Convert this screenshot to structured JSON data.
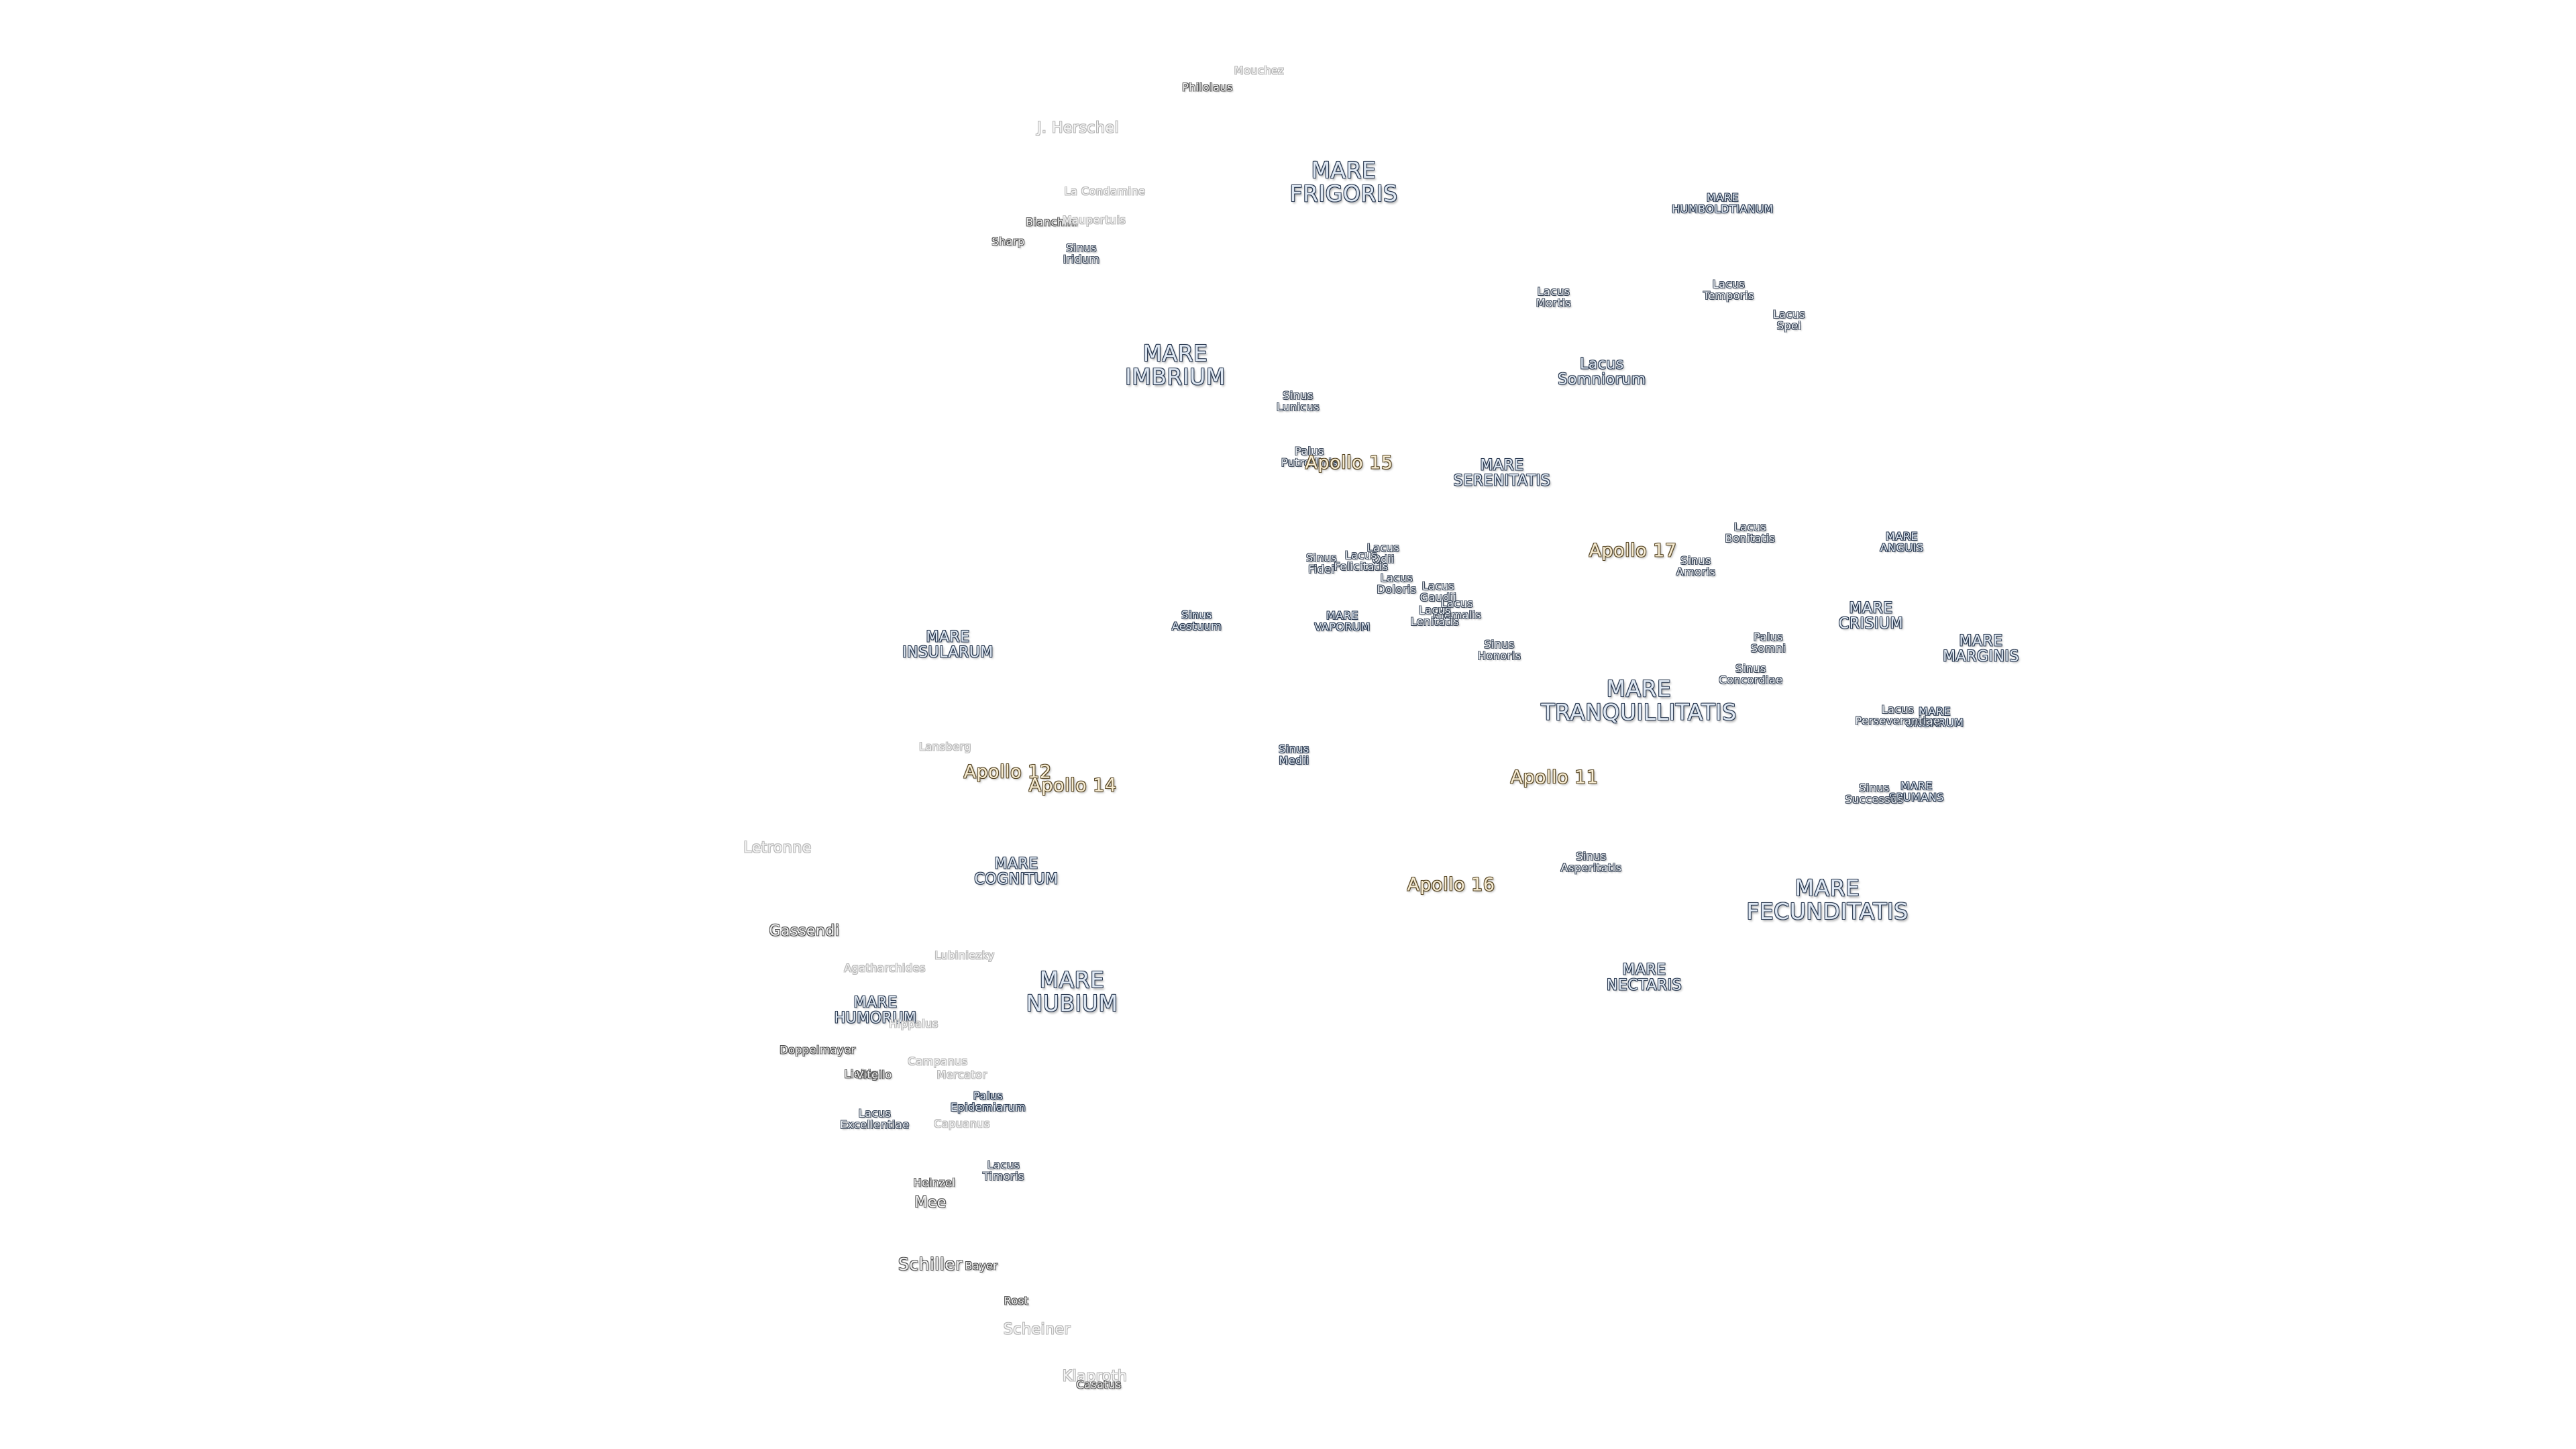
{
  "labels": [
    {
      "id": "mare-frigoris",
      "text": "MARE\nFRIGORIS",
      "kind": "mare-big"
    },
    {
      "id": "mare-imbrium",
      "text": "MARE\nIMBRIUM",
      "kind": "mare-big"
    },
    {
      "id": "mare-serenitatis",
      "text": "MARE\nSERENITATIS",
      "kind": "mare-med"
    },
    {
      "id": "mare-tranquillitatis",
      "text": "MARE\nTRANQUILLITATIS",
      "kind": "mare-big"
    },
    {
      "id": "mare-fecunditatis",
      "text": "MARE\nFECUNDITATIS",
      "kind": "mare-big"
    },
    {
      "id": "mare-nubium",
      "text": "MARE\nNUBIUM",
      "kind": "mare-big"
    },
    {
      "id": "mare-insularum",
      "text": "MARE\nINSULARUM",
      "kind": "mare-med"
    },
    {
      "id": "mare-crisium",
      "text": "MARE\nCRISIUM",
      "kind": "mare-med"
    },
    {
      "id": "mare-nectaris",
      "text": "MARE\nNECTARIS",
      "kind": "mare-med"
    },
    {
      "id": "mare-cognitum",
      "text": "MARE\nCOGNITUM",
      "kind": "mare-med"
    },
    {
      "id": "mare-humorum",
      "text": "MARE\nHUMORUM",
      "kind": "mare-med"
    },
    {
      "id": "mare-vaporum",
      "text": "MARE\nVAPORUM",
      "kind": "mare-sm"
    },
    {
      "id": "mare-marginis",
      "text": "MARE\nMARGINIS",
      "kind": "mare-med"
    },
    {
      "id": "mare-humboldtianum",
      "text": "MARE\nHUMBOLDTIANUM",
      "kind": "mare-sm"
    },
    {
      "id": "mare-anguis",
      "text": "MARE\nANGUIS",
      "kind": "mare-sm"
    },
    {
      "id": "mare-undarum",
      "text": "MARE\nUNDARUM",
      "kind": "mare-sm"
    },
    {
      "id": "mare-spumans",
      "text": "MARE\nSPUMANS",
      "kind": "mare-sm"
    },
    {
      "id": "lacus-somniorum",
      "text": "Lacus\nSomniorum",
      "kind": "mare-med"
    },
    {
      "id": "lacus-mortis",
      "text": "Lacus\nMortis",
      "kind": "small"
    },
    {
      "id": "lacus-temporis",
      "text": "Lacus\nTemporis",
      "kind": "small"
    },
    {
      "id": "lacus-spei",
      "text": "Lacus\nSpei",
      "kind": "small"
    },
    {
      "id": "lacus-bonitatis",
      "text": "Lacus\nBonitatis",
      "kind": "small"
    },
    {
      "id": "lacus-odii",
      "text": "Lacus\nOdii",
      "kind": "small"
    },
    {
      "id": "lacus-felicitatis",
      "text": "Lacus\nFelicitatis",
      "kind": "small"
    },
    {
      "id": "lacus-doloris",
      "text": "Lacus\nDoloris",
      "kind": "small"
    },
    {
      "id": "lacus-gaudii",
      "text": "Lacus\nGaudii",
      "kind": "small"
    },
    {
      "id": "lacus-hiemalis",
      "text": "Lacus\nHiemalis",
      "kind": "small"
    },
    {
      "id": "lacus-lenitatis",
      "text": "Lacus\nLenitatis",
      "kind": "small"
    },
    {
      "id": "lacus-perseverantiae",
      "text": "Lacus\nPerseverantiae",
      "kind": "small"
    },
    {
      "id": "lacus-excellentiae",
      "text": "Lacus\nExcellentiae",
      "kind": "small"
    },
    {
      "id": "lacus-timoris",
      "text": "Lacus\nTimoris",
      "kind": "small"
    },
    {
      "id": "sinus-iridum",
      "text": "Sinus\nIridum",
      "kind": "small"
    },
    {
      "id": "sinus-lunicus",
      "text": "Sinus\nLunicus",
      "kind": "small"
    },
    {
      "id": "sinus-aestuum",
      "text": "Sinus\nAestuum",
      "kind": "mare-sm"
    },
    {
      "id": "sinus-medii",
      "text": "Sinus\nMedii",
      "kind": "mare-sm"
    },
    {
      "id": "sinus-fidei",
      "text": "Sinus\nFidei",
      "kind": "small"
    },
    {
      "id": "sinus-honoris",
      "text": "Sinus\nHonoris",
      "kind": "small"
    },
    {
      "id": "sinus-amoris",
      "text": "Sinus\nAmoris",
      "kind": "small"
    },
    {
      "id": "sinus-concordiae",
      "text": "Sinus\nConcordiae",
      "kind": "small"
    },
    {
      "id": "sinus-asperitatis",
      "text": "Sinus\nAsperitatis",
      "kind": "small"
    },
    {
      "id": "sinus-successus",
      "text": "Sinus\nSuccessus",
      "kind": "small"
    },
    {
      "id": "palus-putredinis",
      "text": "Palus\nPutredinis",
      "kind": "small"
    },
    {
      "id": "palus-somni",
      "text": "Palus\nSomni",
      "kind": "small"
    },
    {
      "id": "palus-epidemiarum",
      "text": "Palus\nEpidemiarum",
      "kind": "mare-sm"
    },
    {
      "id": "apollo-11",
      "text": "Apollo 11",
      "kind": "apollo"
    },
    {
      "id": "apollo-12",
      "text": "Apollo 12",
      "kind": "apollo"
    },
    {
      "id": "apollo-14",
      "text": "Apollo 14",
      "kind": "apollo"
    },
    {
      "id": "apollo-15",
      "text": "Apollo 15",
      "kind": "apollo"
    },
    {
      "id": "apollo-16",
      "text": "Apollo 16",
      "kind": "apollo"
    },
    {
      "id": "apollo-17",
      "text": "Apollo 17",
      "kind": "apollo"
    },
    {
      "id": "mouchez",
      "text": "Mouchez",
      "kind": "faint"
    },
    {
      "id": "philolaus",
      "text": "Philolaus",
      "kind": "crater"
    },
    {
      "id": "j-herschel",
      "text": "J. Herschel",
      "kind": "faint-lg"
    },
    {
      "id": "la-condamine",
      "text": "La Condamine",
      "kind": "faint"
    },
    {
      "id": "bianchini",
      "text": "Bianchini",
      "kind": "crater"
    },
    {
      "id": "maupertuis",
      "text": "Maupertuis",
      "kind": "faint"
    },
    {
      "id": "sharp",
      "text": "Sharp",
      "kind": "crater"
    },
    {
      "id": "lansberg",
      "text": "Lansberg",
      "kind": "faint"
    },
    {
      "id": "letronne",
      "text": "Letronne",
      "kind": "faint-lg"
    },
    {
      "id": "gassendi",
      "text": "Gassendi",
      "kind": "crater-md"
    },
    {
      "id": "agatharchides",
      "text": "Agatharchides",
      "kind": "faint"
    },
    {
      "id": "lubiniezky",
      "text": "Lubiniezky",
      "kind": "faint"
    },
    {
      "id": "hippalus",
      "text": "Hippalus",
      "kind": "faint"
    },
    {
      "id": "doppelmayer",
      "text": "Doppelmayer",
      "kind": "crater"
    },
    {
      "id": "campanus",
      "text": "Campanus",
      "kind": "faint"
    },
    {
      "id": "liebig",
      "text": "Liebig",
      "kind": "crater"
    },
    {
      "id": "vitello",
      "text": "Vitello",
      "kind": "crater"
    },
    {
      "id": "mercator",
      "text": "Mercator",
      "kind": "faint"
    },
    {
      "id": "capuanus",
      "text": "Capuanus",
      "kind": "faint"
    },
    {
      "id": "heinzel",
      "text": "Heinzel",
      "kind": "crater"
    },
    {
      "id": "mee",
      "text": "Mee",
      "kind": "crater-md"
    },
    {
      "id": "schiller",
      "text": "Schiller",
      "kind": "crater-lg"
    },
    {
      "id": "bayer",
      "text": "Bayer",
      "kind": "crater"
    },
    {
      "id": "rost",
      "text": "Rost",
      "kind": "crater"
    },
    {
      "id": "scheiner",
      "text": "Scheiner",
      "kind": "faint-lg"
    },
    {
      "id": "klaproth",
      "text": "Klaproth",
      "kind": "faint-lg"
    },
    {
      "id": "casatus",
      "text": "Casatus",
      "kind": "crater"
    }
  ]
}
